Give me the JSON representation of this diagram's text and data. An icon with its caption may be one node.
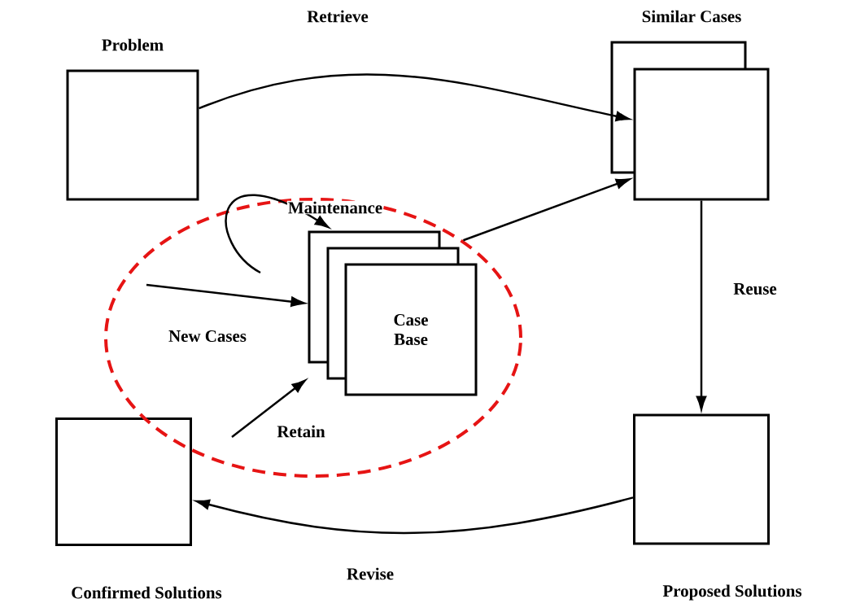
{
  "diagram": {
    "nodes": [
      {
        "text": [
          "Problem"
        ]
      },
      {
        "text": [
          "Similar Cases"
        ]
      },
      {
        "text": [
          "Proposed Solutions"
        ]
      },
      {
        "text": [
          "Confirmed Solutions"
        ]
      },
      {
        "text": [],
        "shape": "ellipse"
      },
      {
        "text": [
          "Case Base"
        ],
        "in": 4
      }
    ],
    "edges": [
      {
        "from": 0,
        "to": 1,
        "arrow": "to",
        "label": "Retrieve"
      },
      {
        "from": 1,
        "to": 2,
        "arrow": "to",
        "label": "Reuse"
      },
      {
        "from": 2,
        "to": 3,
        "arrow": "to",
        "label": "Revise"
      },
      {
        "from": 4,
        "to": 1,
        "arrow": "to"
      },
      {
        "from": null,
        "to": 5,
        "arrow": "to",
        "label": "New Cases"
      },
      {
        "from": null,
        "to": 5,
        "arrow": "to",
        "label": "Retain"
      }
    ],
    "labels": [
      "Maintenance"
    ]
  }
}
